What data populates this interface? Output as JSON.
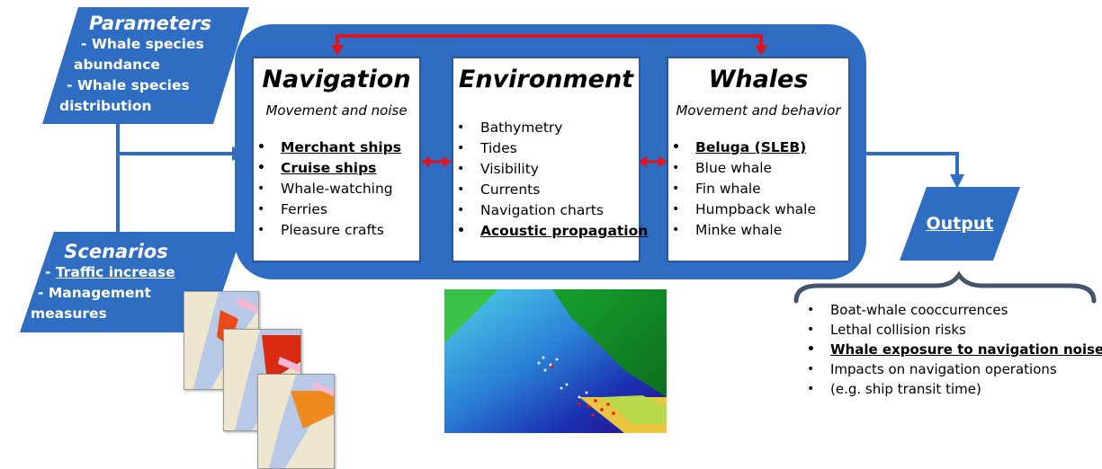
{
  "parameters": {
    "title": "Parameters",
    "lines": [
      "- Whale species",
      "abundance",
      "- Whale species",
      "distribution"
    ]
  },
  "scenarios": {
    "title": "Scenarios",
    "item1_prefix": "- ",
    "item1_text": "Traffic increase",
    "item2_line1": "- Management",
    "item2_line2": "measures"
  },
  "navigation": {
    "title": "Navigation",
    "subtitle": "Movement and noise",
    "items": [
      "Merchant ships",
      "Cruise ships",
      "Whale-watching",
      "Ferries",
      "Pleasure crafts"
    ]
  },
  "environment": {
    "title": "Environment",
    "items": [
      "Bathymetry",
      "Tides",
      "Visibility",
      "Currents",
      "Navigation charts",
      "Acoustic propagation"
    ]
  },
  "whales": {
    "title": "Whales",
    "subtitle": "Movement and behavior",
    "items": [
      "Beluga (SLEB)",
      "Blue whale",
      "Fin whale",
      "Humpback whale",
      "Minke whale"
    ]
  },
  "output": {
    "title": "Output",
    "items": [
      "Boat-whale cooccurrences",
      "Lethal collision risks",
      "Whale exposure to navigation noise",
      "Impacts on navigation operations",
      "(e.g. ship transit time)"
    ]
  },
  "colors": {
    "blue": "#2e6dc1",
    "arrow_red": "#e0141c",
    "dark_border": "#2f5597"
  }
}
